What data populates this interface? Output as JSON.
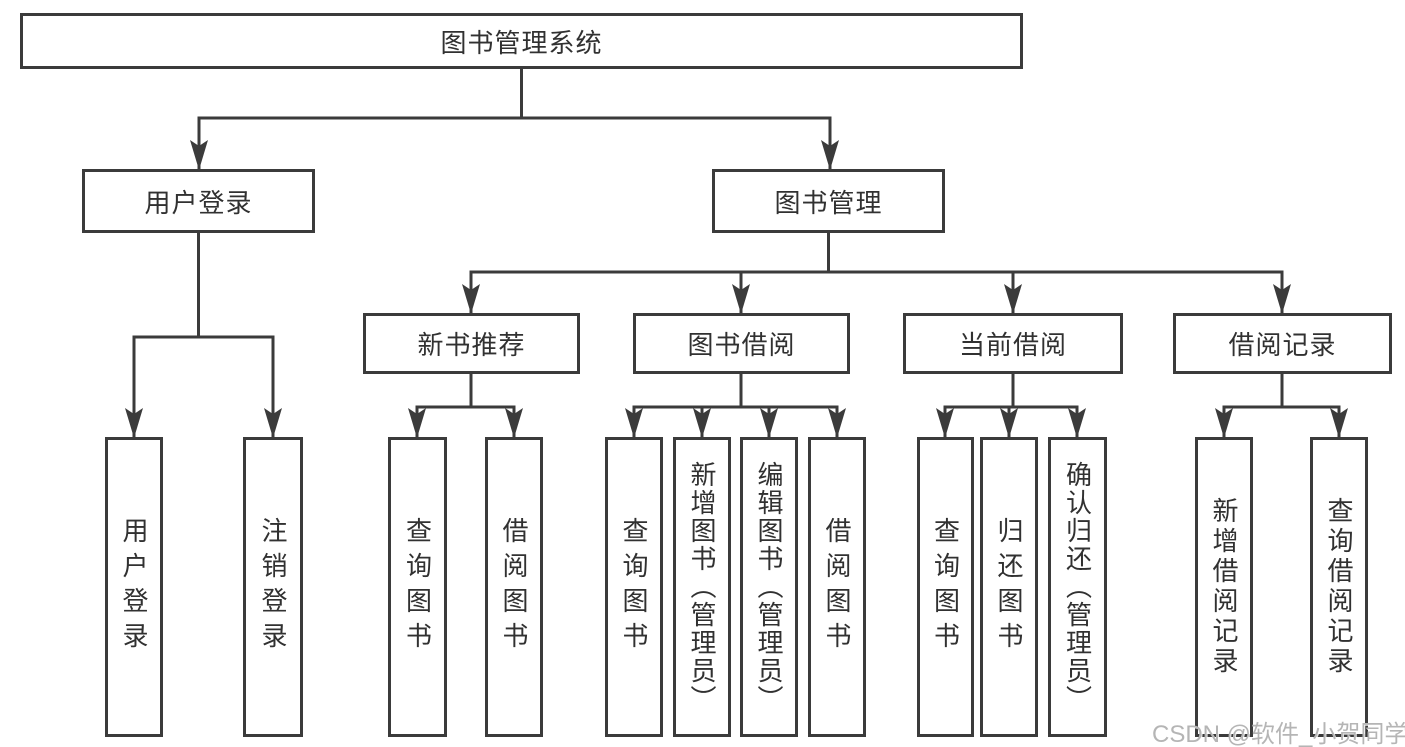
{
  "diagram": {
    "root": {
      "label": "图书管理系统"
    },
    "branches": [
      {
        "label": "用户登录",
        "children": [
          {
            "label": "用户登录"
          },
          {
            "label": "注销登录"
          }
        ]
      },
      {
        "label": "图书管理",
        "children": [
          {
            "label": "新书推荐",
            "children": [
              {
                "label": "查询图书"
              },
              {
                "label": "借阅图书"
              }
            ]
          },
          {
            "label": "图书借阅",
            "children": [
              {
                "label": "查询图书"
              },
              {
                "label": "新增图书（管理员）"
              },
              {
                "label": "编辑图书（管理员）"
              },
              {
                "label": "借阅图书"
              }
            ]
          },
          {
            "label": "当前借阅",
            "children": [
              {
                "label": "查询图书"
              },
              {
                "label": "归还图书"
              },
              {
                "label": "确认归还（管理员）"
              }
            ]
          },
          {
            "label": "借阅记录",
            "children": [
              {
                "label": "新增借阅记录"
              },
              {
                "label": "查询借阅记录"
              }
            ]
          }
        ]
      }
    ]
  },
  "watermark": {
    "text": "CSDN @软件_小贺同学"
  },
  "colors": {
    "line": "#3b3b3b",
    "text": "#313131",
    "watermark": "#b5b5b5",
    "background": "#ffffff"
  }
}
